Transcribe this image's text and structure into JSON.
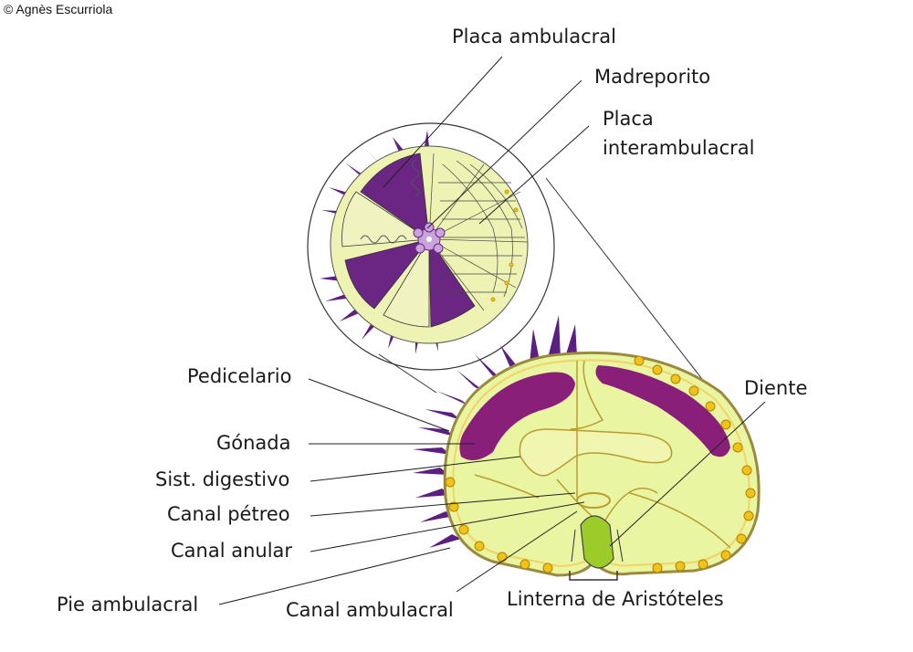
{
  "copyright": "© Agnès Escurriola",
  "labels": {
    "placa_ambulacral": "Placa ambulacral",
    "madreporito": "Madreporito",
    "placa_inter_1": "Placa",
    "placa_inter_2": "interambulacral",
    "pedicelario": "Pedicelario",
    "diente": "Diente",
    "gonada": "Gónada",
    "sist_digestivo": "Sist. digestivo",
    "canal_petreo": "Canal pétreo",
    "canal_anular": "Canal anular",
    "pie_ambulacral": "Pie ambulacral",
    "canal_ambulacral": "Canal ambulacral",
    "linterna": "Linterna de Aristóteles"
  },
  "colors": {
    "body_fill": "#e9f5a0",
    "gonad": "#8a1f7a",
    "spine": "#5a1f80",
    "plate_light": "#eef3b4",
    "feet": "#f0c21a",
    "madreporite": "#c9a4dc",
    "lantern": "#9ccc2a"
  }
}
